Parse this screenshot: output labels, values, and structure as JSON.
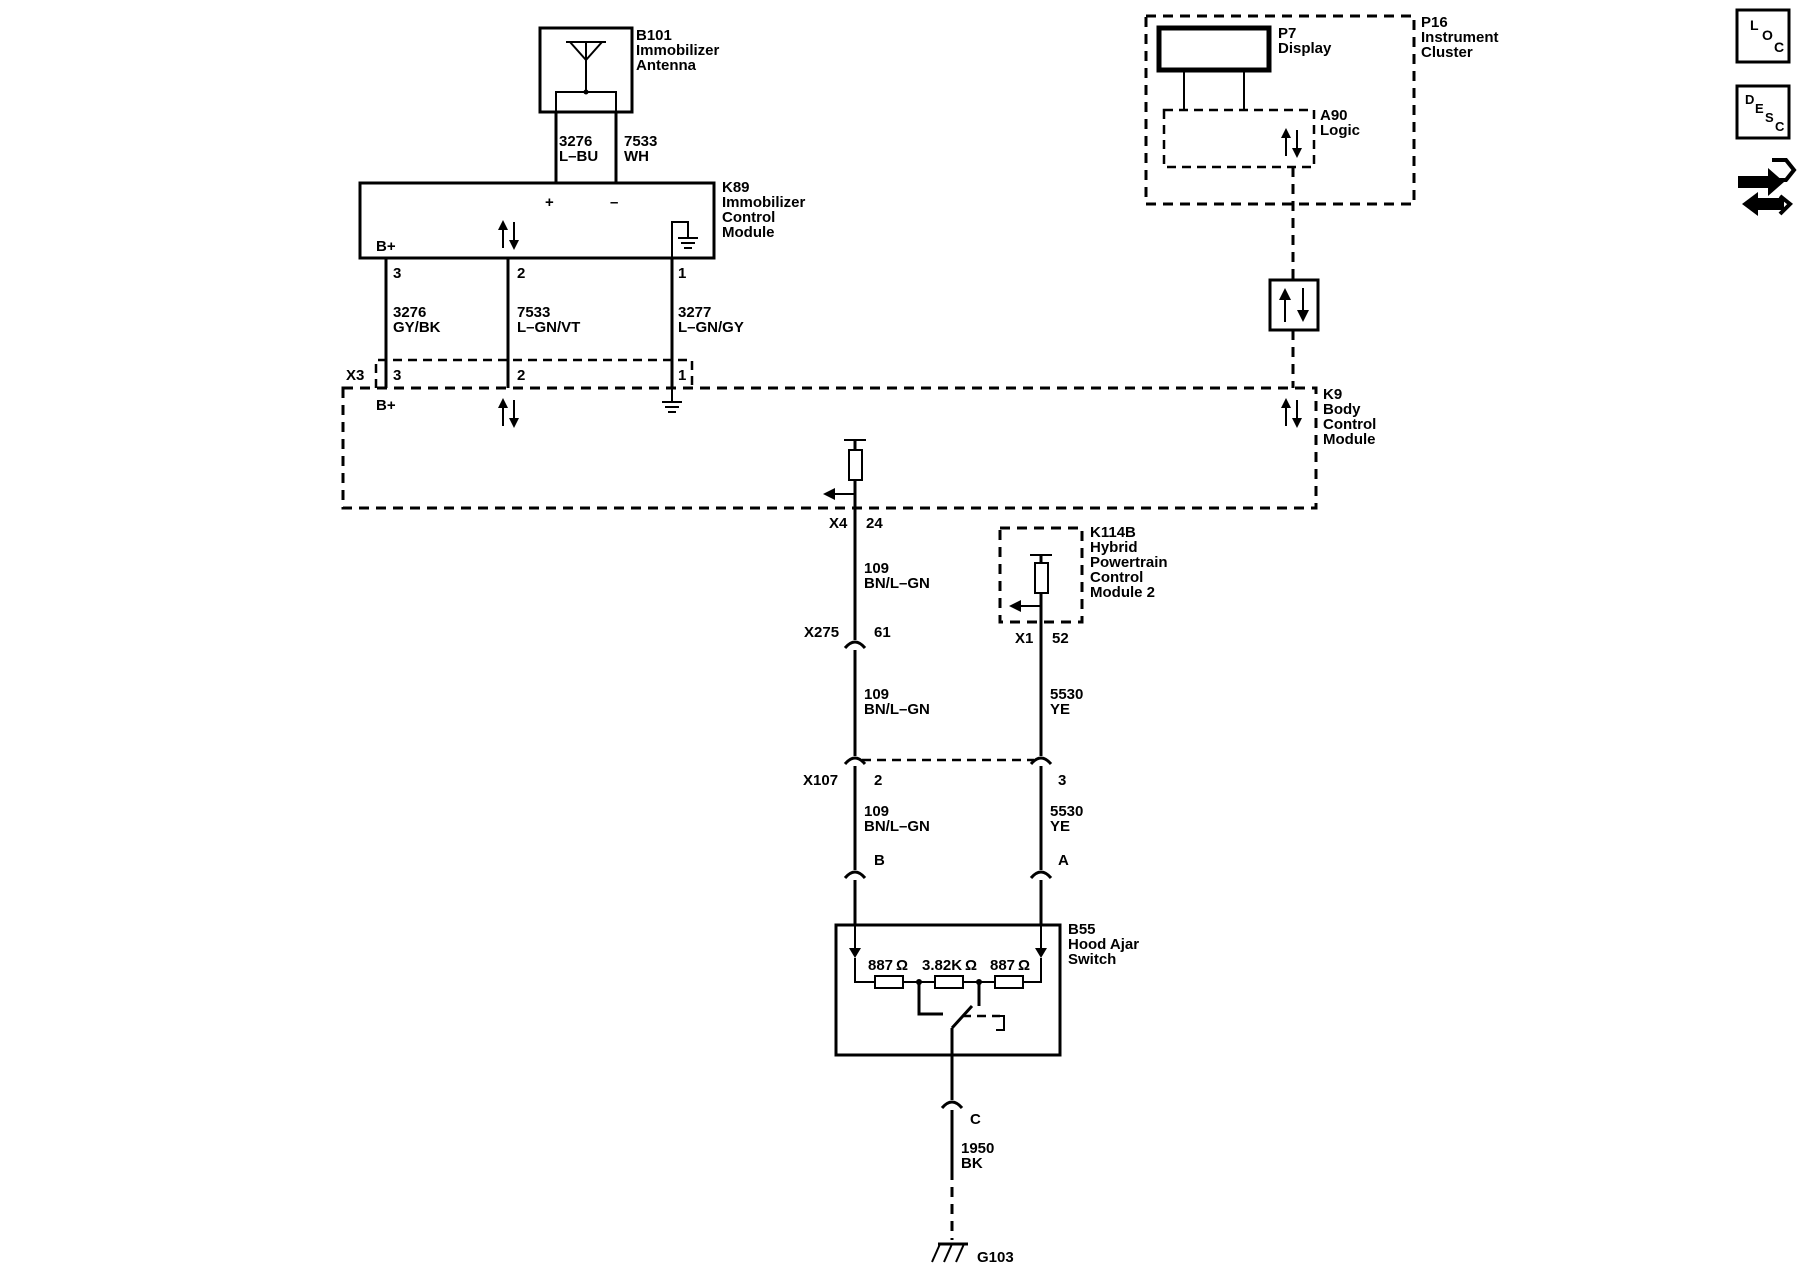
{
  "b101": {
    "id": "B101",
    "name1": "Immobilizer",
    "name2": "Antenna"
  },
  "b101_wires": {
    "left_circuit": "3276",
    "left_color": "L–BU",
    "right_circuit": "7533",
    "right_color": "WH"
  },
  "k89": {
    "id": "K89",
    "name1": "Immobilizer",
    "name2": "Control",
    "name3": "Module",
    "plus": "+",
    "minus": "–",
    "bplus": "B+",
    "pin3": "3",
    "pin2": "2",
    "pin1": "1"
  },
  "k89_wires": {
    "w3_circuit": "3276",
    "w3_color": "GY/BK",
    "w2_circuit": "7533",
    "w2_color": "L–GN/VT",
    "w1_circuit": "3277",
    "w1_color": "L–GN/GY"
  },
  "x3": {
    "id": "X3",
    "pin3": "3",
    "pin2": "2",
    "pin1": "1"
  },
  "k9": {
    "id": "K9",
    "name1": "Body",
    "name2": "Control",
    "name3": "Module",
    "bplus": "B+"
  },
  "x4": {
    "id": "X4",
    "pin": "24"
  },
  "w109a": {
    "circuit": "109",
    "color": "BN/L–GN"
  },
  "x275": {
    "id": "X275",
    "pin": "61"
  },
  "w109b": {
    "circuit": "109",
    "color": "BN/L–GN"
  },
  "x107": {
    "id": "X107",
    "pin_left": "2",
    "pin_right": "3"
  },
  "w109c": {
    "circuit": "109",
    "color": "BN/L–GN"
  },
  "k114b": {
    "id": "K114B",
    "name1": "Hybrid",
    "name2": "Powertrain",
    "name3": "Control",
    "name4": "Module 2"
  },
  "x1": {
    "id": "X1",
    "pin": "52"
  },
  "w5530a": {
    "circuit": "5530",
    "color": "YE"
  },
  "w5530b": {
    "circuit": "5530",
    "color": "YE"
  },
  "b55": {
    "id": "B55",
    "name1": "Hood Ajar",
    "name2": "Switch",
    "pin_b": "B",
    "pin_a": "A",
    "pin_c": "C",
    "r1": "887 Ω",
    "r2": "3.82K Ω",
    "r3": "887 Ω"
  },
  "w1950": {
    "circuit": "1950",
    "color": "BK"
  },
  "ground": {
    "id": "G103"
  },
  "p16": {
    "id": "P16",
    "name1": "Instrument",
    "name2": "Cluster"
  },
  "p7": {
    "id": "P7",
    "name1": "Display"
  },
  "a90": {
    "id": "A90",
    "name1": "Logic"
  },
  "side_icons": {
    "loc": {
      "l1": "L",
      "l2": "O",
      "l3": "C"
    },
    "desc": {
      "l1": "D",
      "l2": "E",
      "l3": "S",
      "l4": "C"
    },
    "service_icon": "wrench-arrows-icon"
  }
}
